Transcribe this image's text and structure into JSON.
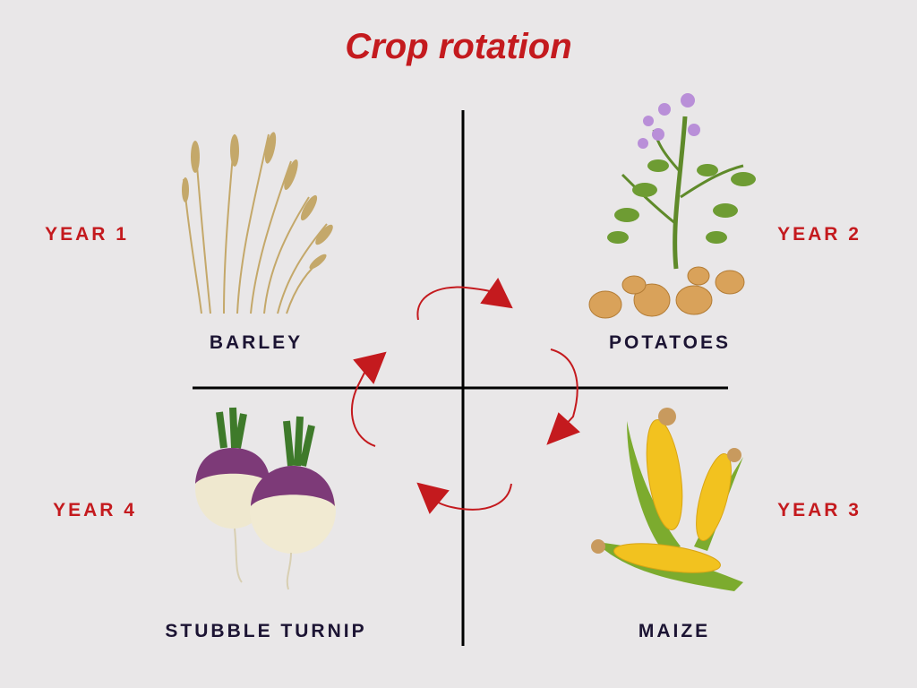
{
  "title": "Crop rotation",
  "quadrants": [
    {
      "year": "YEAR 1",
      "crop": "BARLEY",
      "icon": "barley-illustration"
    },
    {
      "year": "YEAR 2",
      "crop": "POTATOES",
      "icon": "potato-plant-illustration"
    },
    {
      "year": "YEAR 3",
      "crop": "MAIZE",
      "icon": "maize-illustration"
    },
    {
      "year": "YEAR 4",
      "crop": "STUBBLE TURNIP",
      "icon": "turnip-illustration"
    }
  ],
  "colors": {
    "background": "#e9e7e8",
    "accent": "#c41a1e",
    "label": "#1c1433",
    "axis": "#000000"
  }
}
